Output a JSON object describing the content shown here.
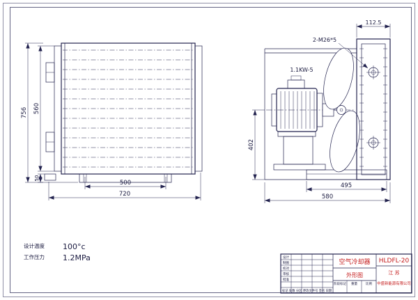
{
  "front_view": {
    "dim_height_total": "756",
    "dim_core_height": "560",
    "dim_base_height": "50",
    "dim_feet_span": "500",
    "dim_width_total": "720"
  },
  "side_view": {
    "dim_flange_width": "112.5",
    "dim_height": "402",
    "dim_base_span": "495",
    "dim_width_total": "580",
    "bolt_label": "2-M26*5",
    "motor_label": "1.1KW-5"
  },
  "specs": {
    "temperature_label": "设计温度",
    "temperature_value": "100°c",
    "pressure_label": "工作压力",
    "pressure_value": "1.2MPa"
  },
  "title_block": {
    "model": "HLDFL-20",
    "product_name": "空气冷却器",
    "drawing_type": "外形图",
    "company_region": "江 苏",
    "company_name": "中盛新能源有限公司",
    "approval_rows": [
      "设计",
      "制图",
      "校对",
      "审核",
      "批准"
    ],
    "revision_header": "标记 处数 分区 更改文件号 签名 日期",
    "info_labels": [
      "阶段标记",
      "重量",
      "比例"
    ]
  }
}
